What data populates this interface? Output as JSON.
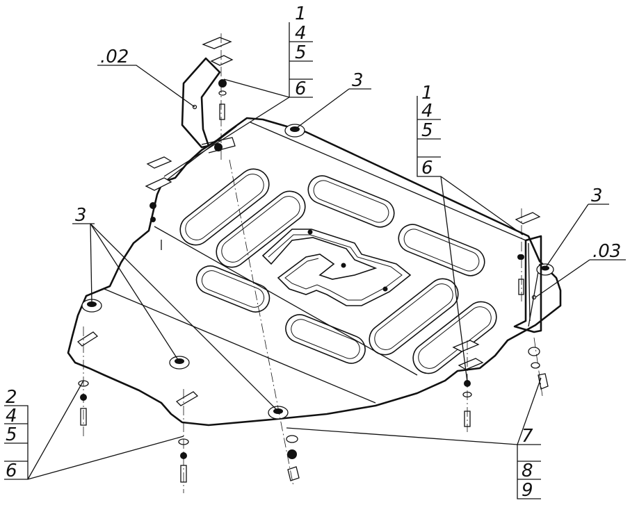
{
  "callouts": {
    "top_stack": [
      "1",
      "4",
      "5",
      "6"
    ],
    "bracket_left": ".02",
    "top_center": "3",
    "right_stack": [
      "1",
      "4",
      "5",
      "6"
    ],
    "right_top": "3",
    "bracket_right": ".03",
    "left_mid": "3",
    "bottom_left_stack": [
      "2",
      "4",
      "5",
      "6"
    ],
    "bottom_right_stack": [
      "7",
      "8",
      "9"
    ]
  }
}
